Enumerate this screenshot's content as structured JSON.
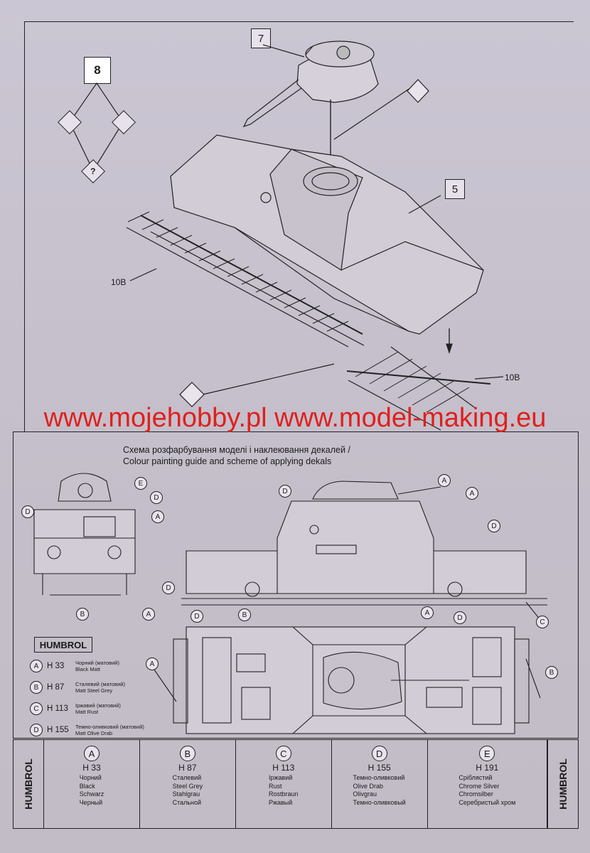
{
  "steps": {
    "step7": "7",
    "step8": "8",
    "step5": "5"
  },
  "parts": {
    "rail_left": "10B",
    "rail_right": "10B"
  },
  "icons": [
    "no-glue-icon",
    "glue-drop-icon",
    "question-icon"
  ],
  "watermark": "www.mojehobby.pl www.model-making.eu",
  "guide": {
    "title_ua": "Схема розфарбування моделі і наклеювання декалей /",
    "title_en": "Colour painting guide and scheme of applying dekals"
  },
  "callouts": [
    "A",
    "B",
    "C",
    "D",
    "E"
  ],
  "humbrol": {
    "title": "HUMBROL",
    "legend": [
      {
        "mark": "A",
        "code": "H 33",
        "ua": "Чорний (матовий)",
        "en": "Black Matt"
      },
      {
        "mark": "B",
        "code": "H 87",
        "ua": "Сталевий (матовий)",
        "en": "Matt Steel Grey"
      },
      {
        "mark": "C",
        "code": "H 113",
        "ua": "Іржавий (матовий)",
        "en": "Matt Rust"
      },
      {
        "mark": "D",
        "code": "H 155",
        "ua": "Темно-оливковий (матовий)",
        "en": "Matt Olive Drab"
      }
    ]
  },
  "table": {
    "side_label": "HUMBROL",
    "columns": [
      {
        "mark": "A",
        "code": "H 33",
        "names": [
          "Чорний",
          "Black",
          "Schwarz",
          "Черный"
        ]
      },
      {
        "mark": "B",
        "code": "H 87",
        "names": [
          "Сталевий",
          "Steel Grey",
          "Stahlgrau",
          "Стальной"
        ]
      },
      {
        "mark": "C",
        "code": "H 113",
        "names": [
          "Іржавий",
          "Rust",
          "Rostbraun",
          "Ржавый"
        ]
      },
      {
        "mark": "D",
        "code": "H 155",
        "names": [
          "Темно-оливковий",
          "Olive Drab",
          "Olivgrau",
          "Темно-оливковый"
        ]
      },
      {
        "mark": "E",
        "code": "H 191",
        "names": [
          "Сріблястий",
          "Chrome Silver",
          "Chromsilber",
          "Серебристый хром"
        ]
      }
    ]
  }
}
